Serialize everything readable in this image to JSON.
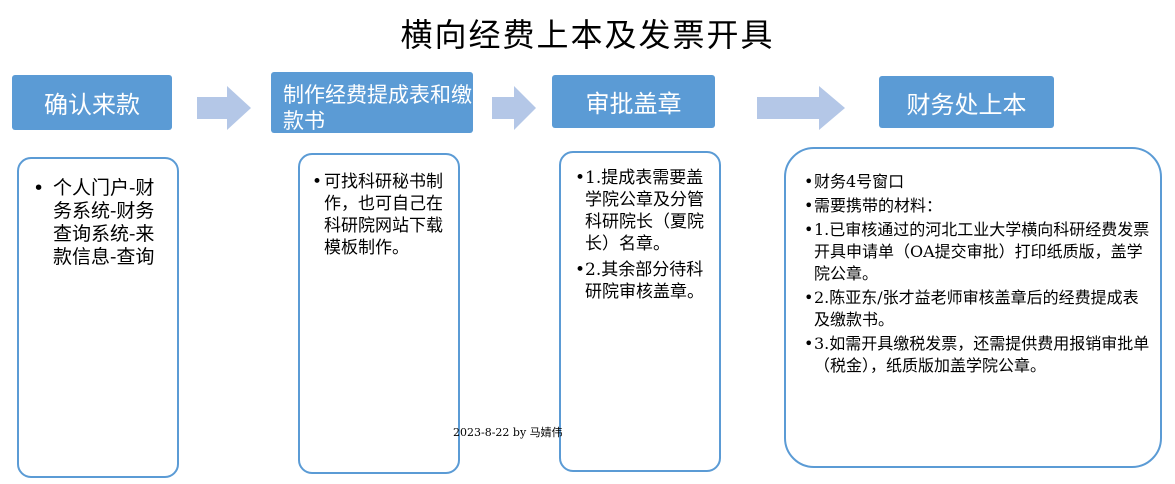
{
  "title": "横向经费上本及发票开具",
  "steps": [
    {
      "label": "确认来款"
    },
    {
      "label": "制作经费提成表和缴款书"
    },
    {
      "label": "审批盖章"
    },
    {
      "label": "财务处上本"
    }
  ],
  "boxes": [
    {
      "items": [
        "个人门户-财务系统-财务查询系统-来款信息-查询"
      ]
    },
    {
      "items": [
        "可找科研秘书制作，也可自己在科研院网站下载模板制作。"
      ]
    },
    {
      "items": [
        "1.提成表需要盖学院公章及分管科研院长（夏院长）名章。",
        "2.其余部分待科研院审核盖章。"
      ]
    },
    {
      "items": [
        "财务4号窗口",
        "需要携带的材料：",
        "1.已审核通过的河北工业大学横向科研经费发票开具申请单（OA提交审批）打印纸质版，盖学院公章。",
        "2.陈亚东/张才益老师审核盖章后的经费提成表及缴款书。",
        "3.如需开具缴税发票，还需提供费用报销审批单（税金），纸质版加盖学院公章。"
      ]
    }
  ],
  "bullet_char": "•",
  "footer": "2023-8-22  by 马婧伟",
  "colors": {
    "accent": "#5b9bd5",
    "arrow": "#b4c7e7"
  }
}
